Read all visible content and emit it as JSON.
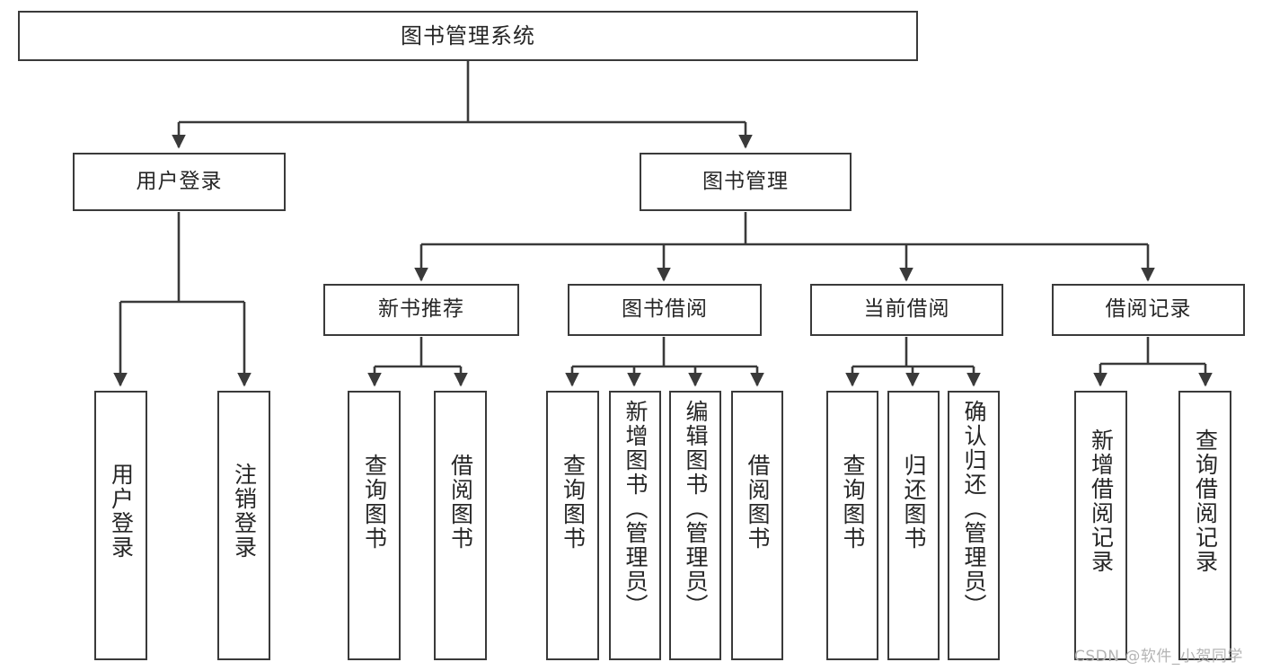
{
  "diagram": {
    "title": "图书管理系统",
    "type": "tree",
    "background_color": "#ffffff",
    "line_color": "#3a3a3a",
    "text_color": "#262626",
    "root": {
      "id": "root",
      "label": "图书管理系统"
    },
    "level1": [
      {
        "id": "user-login",
        "label": "用户登录"
      },
      {
        "id": "book-management",
        "label": "图书管理"
      }
    ],
    "level2": [
      {
        "id": "new-book-recommend",
        "label": "新书推荐",
        "parent": "book-management"
      },
      {
        "id": "book-borrow",
        "label": "图书借阅",
        "parent": "book-management"
      },
      {
        "id": "current-borrow",
        "label": "当前借阅",
        "parent": "book-management"
      },
      {
        "id": "borrow-record",
        "label": "借阅记录",
        "parent": "book-management"
      }
    ],
    "leaves": [
      {
        "id": "leaf-user-login",
        "label": "用户登录",
        "parent": "user-login"
      },
      {
        "id": "leaf-logout",
        "label": "注销登录",
        "parent": "user-login"
      },
      {
        "id": "leaf-query-book-1",
        "label": "查询图书",
        "parent": "new-book-recommend"
      },
      {
        "id": "leaf-borrow-book-1",
        "label": "借阅图书",
        "parent": "new-book-recommend"
      },
      {
        "id": "leaf-query-book-2",
        "label": "查询图书",
        "parent": "book-borrow"
      },
      {
        "id": "leaf-add-book",
        "label": "新增图书（管理员）",
        "parent": "book-borrow"
      },
      {
        "id": "leaf-edit-book",
        "label": "编辑图书（管理员）",
        "parent": "book-borrow"
      },
      {
        "id": "leaf-borrow-book-2",
        "label": "借阅图书",
        "parent": "book-borrow"
      },
      {
        "id": "leaf-query-book-3",
        "label": "查询图书",
        "parent": "current-borrow"
      },
      {
        "id": "leaf-return-book",
        "label": "归还图书",
        "parent": "current-borrow"
      },
      {
        "id": "leaf-confirm-return",
        "label": "确认归还（管理员）",
        "parent": "current-borrow"
      },
      {
        "id": "leaf-add-record",
        "label": "新增借阅记录",
        "parent": "borrow-record"
      },
      {
        "id": "leaf-query-record",
        "label": "查询借阅记录",
        "parent": "borrow-record"
      }
    ],
    "watermark": "CSDN @软件_小贺同学"
  }
}
